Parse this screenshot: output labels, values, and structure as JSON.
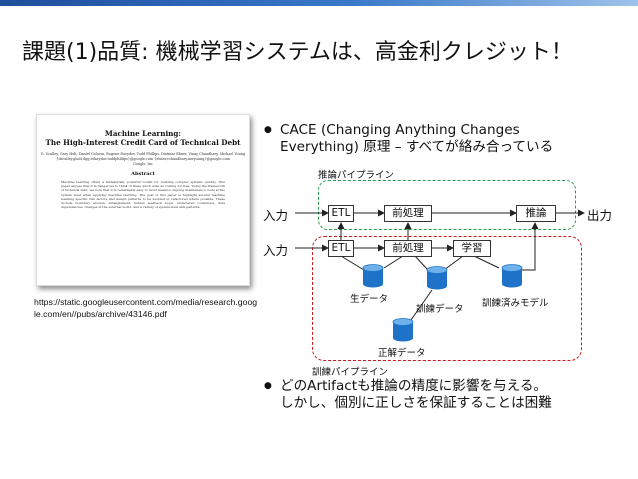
{
  "slide": {
    "title": "課題(1)品質: 機械学習システムは、高金利クレジット！",
    "accent_color": "#1f4e9c"
  },
  "paper": {
    "title_line1": "Machine Learning:",
    "title_line2": "The High-Interest Credit Card of Technical Debt",
    "authors": "D. Sculley, Gary Holt, Daniel Golovin, Eugene Davydov, Todd Phillips, Dietmar Ebner, Vinay Chaudhary, Michael Young",
    "emails": "{dsculley,gholt,dgg,edavydov,toddphillips}@google.com {ebner,vchaudhary,mwyoung}@google.com",
    "affiliation": "Google, Inc",
    "abstract_heading": "Abstract",
    "abstract_text": "Machine learning offers a fantastically powerful toolkit for building complex systems quickly. This paper argues that it is dangerous to think of these quick wins as coming for free. Using the framework of technical debt, we note that it is remarkably easy to incur massive ongoing maintenance costs at the system level when applying machine learning. The goal of this paper is highlight several machine learning specific risk factors and design patterns to be avoided or refactored where possible. These include boundary erosion, entanglement, hidden feedback loops, undeclared consumers, data dependencies, changes in the external world, and a variety of system-level anti-patterns.",
    "url": "https://static.googleusercontent.com/media/research.google.com/en//pubs/archive/43146.pdf"
  },
  "bullets": [
    {
      "line1": "CACE (Changing Anything Changes",
      "line2": "Everything) 原理 – すべてが絡み合っている"
    },
    {
      "line1": "どのArtifactも推論の精度に影響を与える。",
      "line2": "しかし、個別に正しさを保証することは困難"
    }
  ],
  "diagram": {
    "inference_pipeline_label": "推論パイプライン",
    "training_pipeline_label": "訓練パイプライン",
    "input_top": "入力",
    "input_bottom": "入力",
    "output": "出力",
    "etl_top": "ETL",
    "preprocess_top": "前処理",
    "inference": "推論",
    "etl_bottom": "ETL",
    "preprocess_bottom": "前処理",
    "training": "学習",
    "raw_data": "生データ",
    "training_data": "訓練データ",
    "trained_model": "訓練済みモデル",
    "ground_truth": "正解データ",
    "colors": {
      "inference_border": "#2a9a4e",
      "training_border": "#cc1a1a",
      "store_fill": "#1e73c8"
    }
  }
}
